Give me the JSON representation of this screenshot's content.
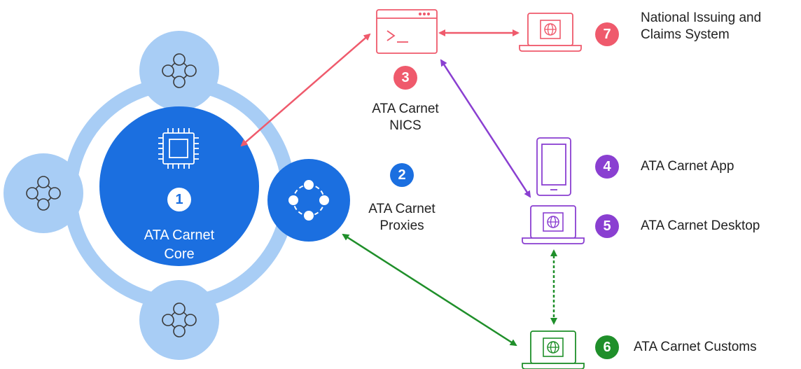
{
  "colors": {
    "core_blue": "#1b6fe0",
    "ring_light_blue": "#a8cdf5",
    "nics_red": "#ef5a6c",
    "app_purple": "#8a3fd1",
    "customs_green": "#1f8f2a"
  },
  "core": {
    "badge": "1",
    "label_line1": "ATA Carnet",
    "label_line2": "Core",
    "icon": "chip-icon"
  },
  "proxies": {
    "badge": "2",
    "label_line1": "ATA Carnet",
    "label_line2": "Proxies",
    "icon": "network-nodes-icon"
  },
  "nics": {
    "badge": "3",
    "label_line1": "ATA Carnet",
    "label_line2": "NICS",
    "icon": "terminal-window-icon"
  },
  "app": {
    "badge": "4",
    "label": "ATA Carnet App",
    "icon": "smartphone-icon"
  },
  "desktop": {
    "badge": "5",
    "label": "ATA Carnet Desktop",
    "icon": "laptop-globe-icon"
  },
  "customs": {
    "badge": "6",
    "label": "ATA Carnet Customs",
    "icon": "laptop-globe-icon"
  },
  "national": {
    "badge": "7",
    "label_line1": "National Issuing and",
    "label_line2": "Claims System",
    "icon": "laptop-globe-icon"
  }
}
